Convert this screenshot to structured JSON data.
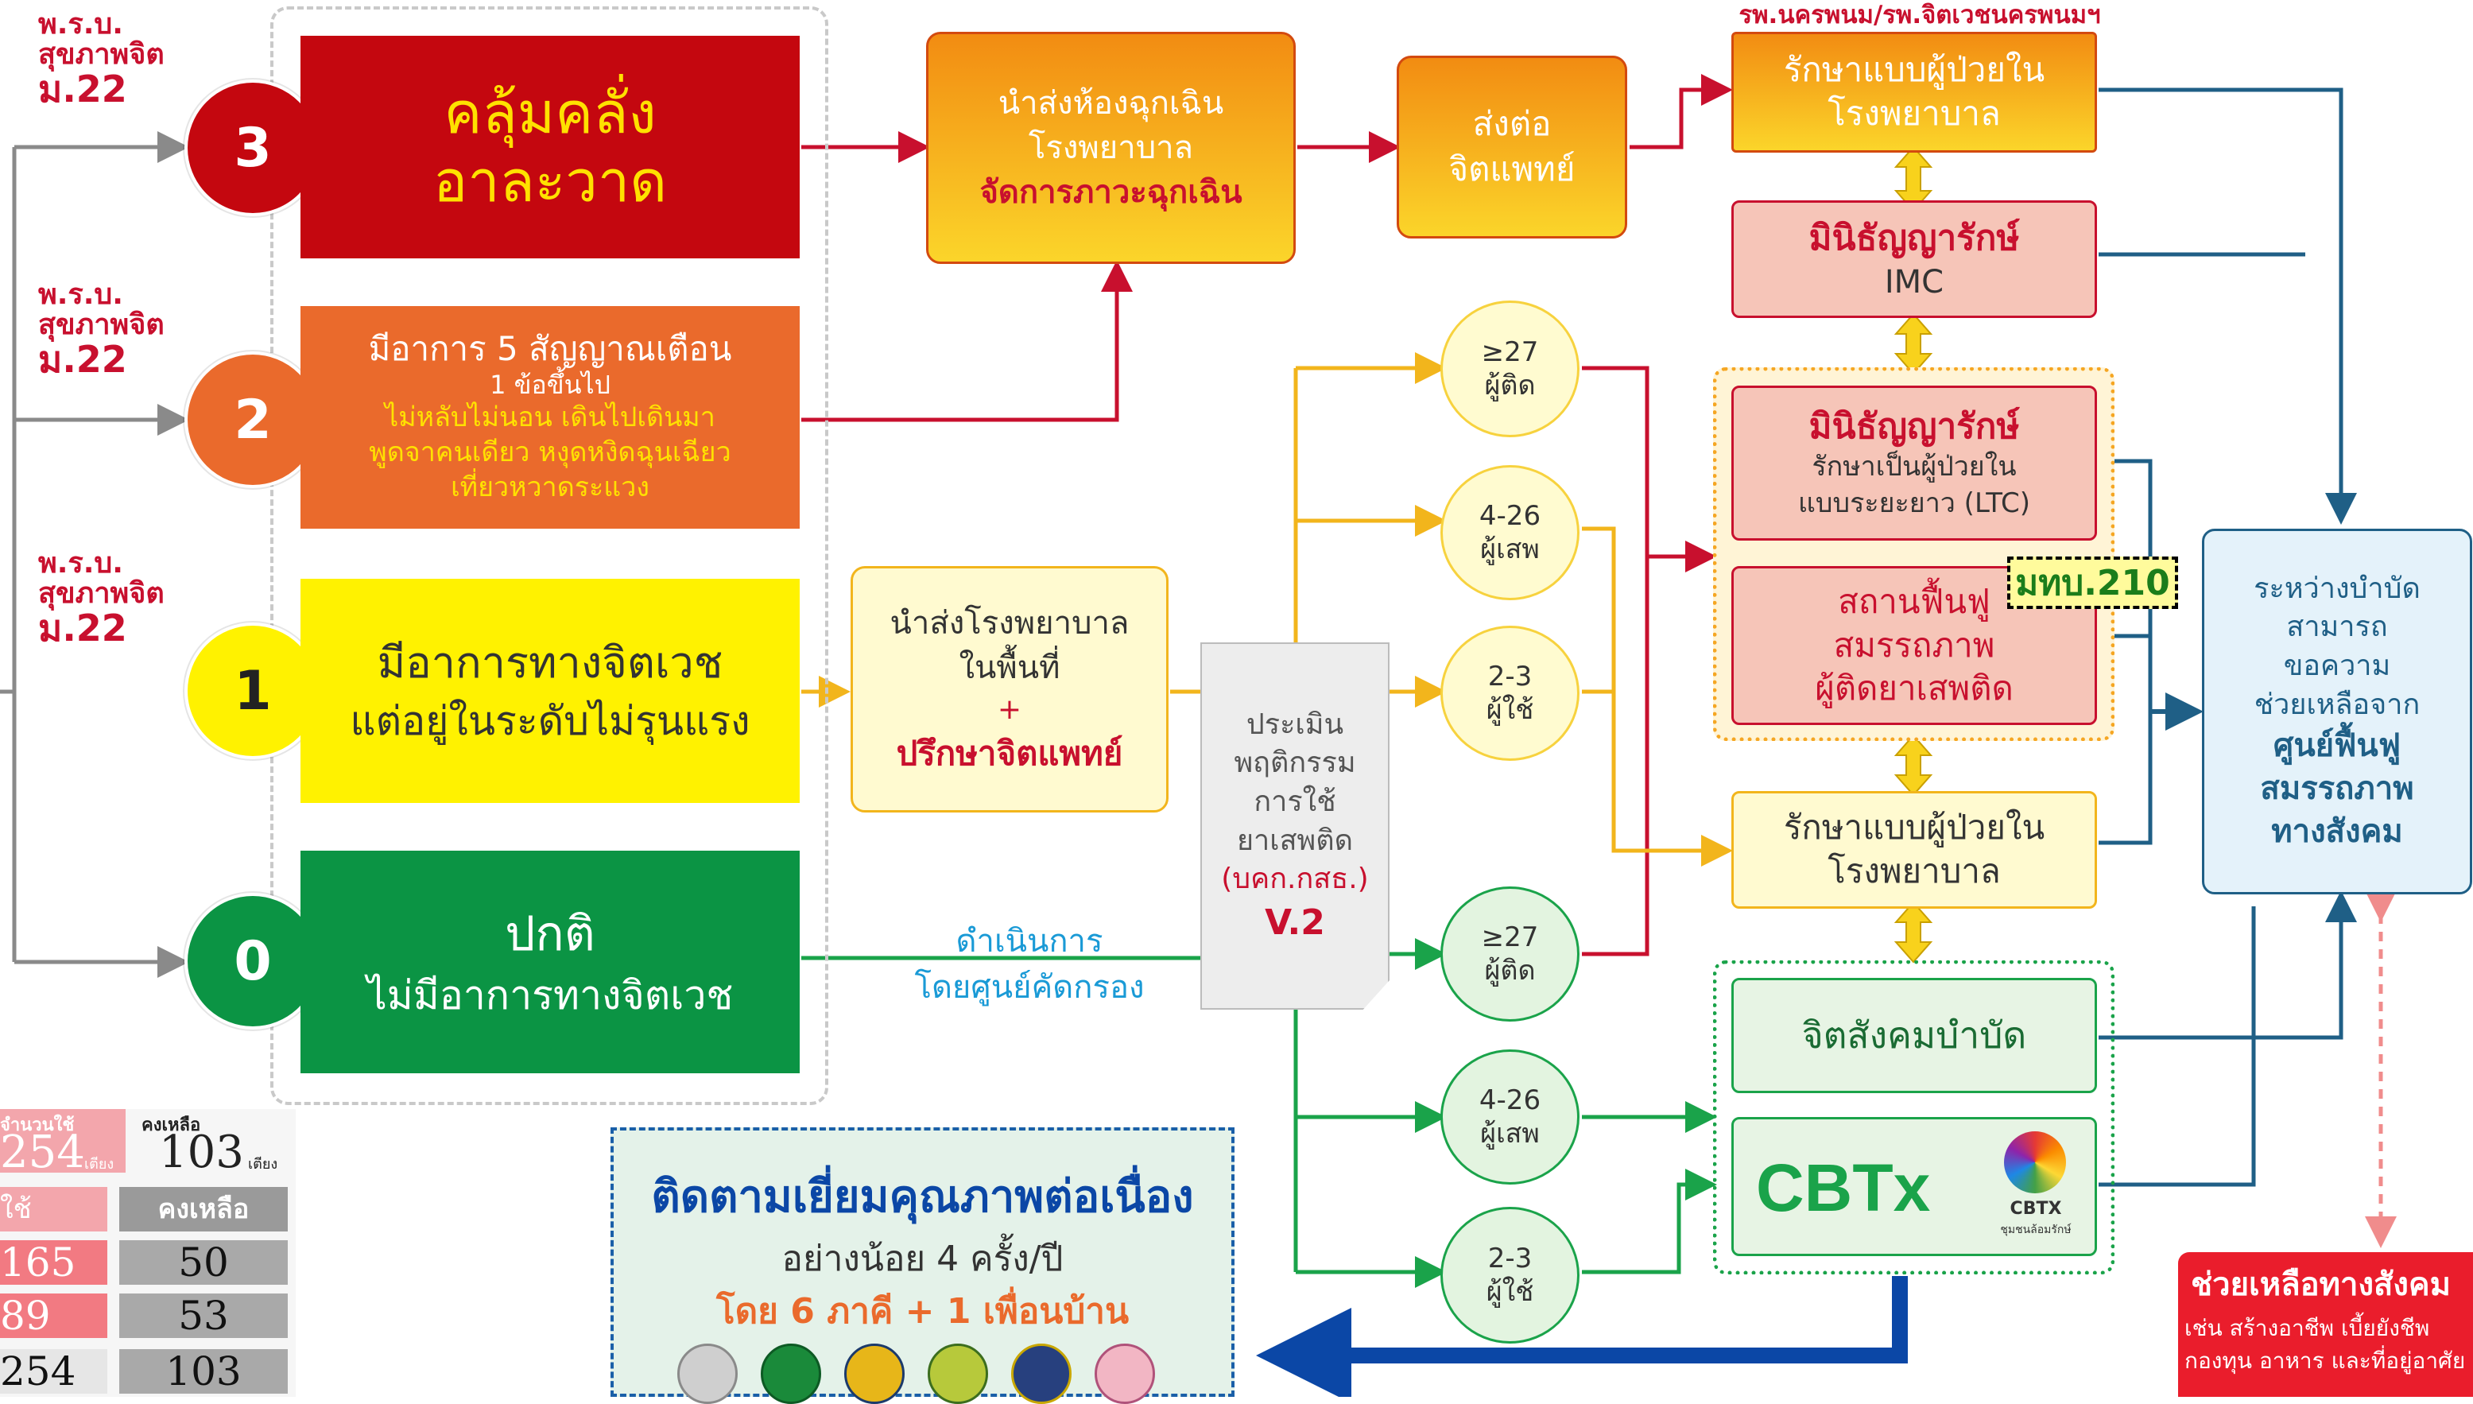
{
  "header_hospital": "รพ.นครพนม/รพ.จิตเวชนครพนมฯ",
  "laws": [
    {
      "line1": "พ.ร.บ.",
      "line2": "สุขภาพจิต",
      "line3": "ม.22"
    },
    {
      "line1": "พ.ร.บ.",
      "line2": "สุขภาพจิต",
      "line3": "ม.22"
    },
    {
      "line1": "พ.ร.บ.",
      "line2": "สุขภาพจิต",
      "line3": "ม.22"
    }
  ],
  "levels": [
    {
      "number": "3",
      "line1": "คลุ้มคลั่ง",
      "line2": "อาละวาด",
      "color": "#c4070f"
    },
    {
      "number": "2",
      "title": "มีอาการ 5 สัญญาณเตือน",
      "sub": "1 ข้อขึ้นไป",
      "line1": "ไม่หลับไม่นอน เดินไปเดินมา",
      "line2": "พูดจาคนเดียว หงุดหงิดฉุนเฉียว",
      "line3": "เที่ยวหวาดระแวง",
      "color": "#ea6a2c"
    },
    {
      "number": "1",
      "line1": "มีอาการทางจิตเวช",
      "line2": "แต่อยู่ในระดับไม่รุนแรง",
      "color": "#fff200"
    },
    {
      "number": "0",
      "line1": "ปกติ",
      "line2": "ไม่มีอาการทางจิตเวช",
      "color": "#0b9444"
    }
  ],
  "emergency": {
    "line1": "นำส่งห้องฉุกเฉิน",
    "line2": "โรงพยาบาล",
    "line3": "จัดการภาวะฉุกเฉิน"
  },
  "psychiatrist": {
    "line1": "ส่งต่อ",
    "line2": "จิตแพทย์"
  },
  "inpatient_top": {
    "line1": "รักษาแบบผู้ป่วยใน",
    "line2": "โรงพยาบาล"
  },
  "imc": {
    "line1": "มินิธัญญารักษ์",
    "line2": "IMC"
  },
  "ltc": {
    "line1": "มินิธัญญารักษ์",
    "line2": "รักษาเป็นผู้ป่วยใน",
    "line3": "แบบระยะยาว (LTC)"
  },
  "rehab": {
    "line1": "สถานฟื้นฟู",
    "line2": "สมรรถภาพ",
    "line3": "ผู้ติดยาเสพติด"
  },
  "law_210": "มทบ.210",
  "inpatient_mid": {
    "line1": "รักษาแบบผู้ป่วยใน",
    "line2": "โรงพยาบาล"
  },
  "refer_local": {
    "line1": "นำส่งโรงพยาบาล",
    "line2": "ในพื้นที่",
    "line3": "+",
    "line4": "ปรึกษาจิตแพทย์"
  },
  "assessment": {
    "line1": "ประเมิน",
    "line2": "พฤติกรรม",
    "line3": "การใช้",
    "line4": "ยาเสพติด",
    "line5": "(บคก.กสธ.)",
    "line6": "V.2"
  },
  "screening": {
    "line1": "ดำเนินการ",
    "line2": "โดยศูนย์คัดกรอง"
  },
  "ovals_yellow": [
    {
      "line1": "≥27",
      "line2": "ผู้ติด"
    },
    {
      "line1": "4-26",
      "line2": "ผู้เสพ"
    },
    {
      "line1": "2-3",
      "line2": "ผู้ใช้"
    }
  ],
  "ovals_green": [
    {
      "line1": "≥27",
      "line2": "ผู้ติด"
    },
    {
      "line1": "4-26",
      "line2": "ผู้เสพ"
    },
    {
      "line1": "2-3",
      "line2": "ผู้ใช้"
    }
  ],
  "psychosocial": "จิตสังคมบำบัด",
  "cbtx": {
    "label": "CBTx",
    "logo_text": "CBTX",
    "logo_sub": "ชุมชนล้อมรักษ์"
  },
  "social_rehab": {
    "line1": "ระหว่างบำบัด",
    "line2": "สามารถ",
    "line3": "ขอความ",
    "line4": "ช่วยเหลือจาก",
    "line5": "ศูนย์ฟื้นฟู",
    "line6": "สมรรถภาพ",
    "line7": "ทางสังคม"
  },
  "social_help": {
    "title": "ช่วยเหลือทางสังคม",
    "line1": "เช่น สร้างอาชีพ เบี้ยยังชีพ",
    "line2": "กองทุน อาหาร และที่อยู่อาศัย"
  },
  "follow_up": {
    "line1": "ติดตามเยี่ยมคุณภาพต่อเนื่อง",
    "line2": "อย่างน้อย 4 ครั้ง/ปี",
    "line3": "โดย 6 ภาคี + 1 เพื่อนบ้าน"
  },
  "bed_table": {
    "top_used": "254",
    "top_used_label": "จำนวนใช้",
    "top_unit": "เตียง",
    "top_remain": "103",
    "top_remain_label": "คงเหลือ",
    "col_used": "ใช้",
    "col_remain": "คงเหลือ",
    "rows": [
      {
        "used": "165",
        "remain": "50"
      },
      {
        "used": "89",
        "remain": "53"
      },
      {
        "used": "254",
        "remain": "103"
      }
    ]
  }
}
